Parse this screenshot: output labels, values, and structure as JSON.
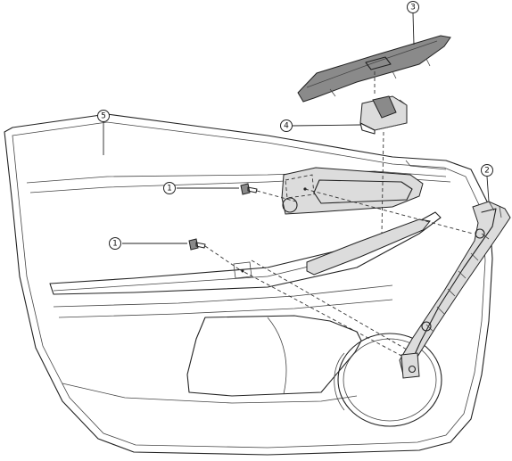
{
  "callouts": [
    {
      "id": "screw-a",
      "label": "1"
    },
    {
      "id": "screw-b",
      "label": "1"
    },
    {
      "id": "trim-bracket",
      "label": "2"
    },
    {
      "id": "switch-panel",
      "label": "3"
    },
    {
      "id": "window-switch",
      "label": "4"
    },
    {
      "id": "door-trim-panel",
      "label": "5"
    }
  ]
}
